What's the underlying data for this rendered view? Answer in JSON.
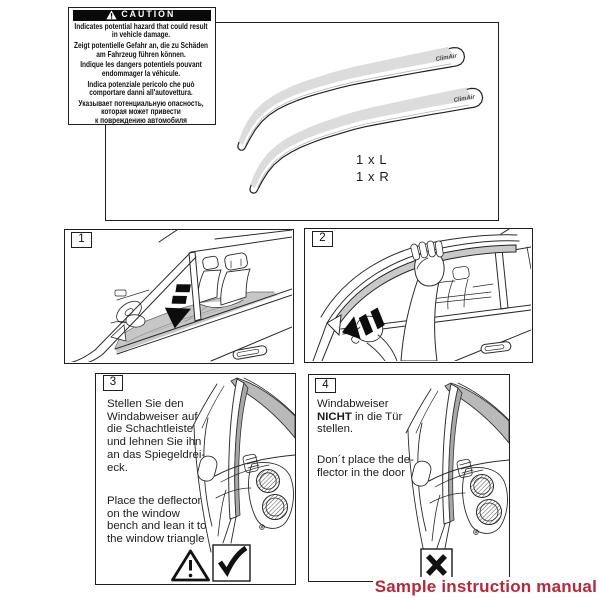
{
  "caution": {
    "title": "CAUTION",
    "paragraphs": [
      "Indicates potential hazard that could result\nin vehicle damage.",
      "Zeigt potentielle Gefahr an, die zu Schäden\nam Fahrzeug führen können.",
      "Indique les dangers potentiels pouvant\nendommager la véhicule.",
      "Indica potenziale pericolo che può\ncomportare danni all'autovettura.",
      "Указывает потенциальную опасность,\nкоторая может привести\nк повреждению автомобиля"
    ]
  },
  "parts": {
    "left_quantity": "1 x L",
    "right_quantity": "1 x R"
  },
  "steps": [
    {
      "number": "1"
    },
    {
      "number": "2"
    },
    {
      "number": "3",
      "text_de": "Stellen Sie den\nWindabweiser auf\ndie Schachtleiste\nund lehnen Sie ihn\nan das Spiegeldrei-\neck.",
      "text_en": "Place the deflector\non the window\nbench and lean it to\nthe window triangle"
    },
    {
      "number": "4",
      "de_line1": "Windabweiser",
      "de_line2_bold": "NICHT",
      "de_line2_rest": " in die Tür",
      "de_line3": "stellen.",
      "text_en": "Don´t place the de-\nflector in the door"
    }
  ],
  "watermark": {
    "text": "Sample instruction manual",
    "color": "#b9273c"
  }
}
